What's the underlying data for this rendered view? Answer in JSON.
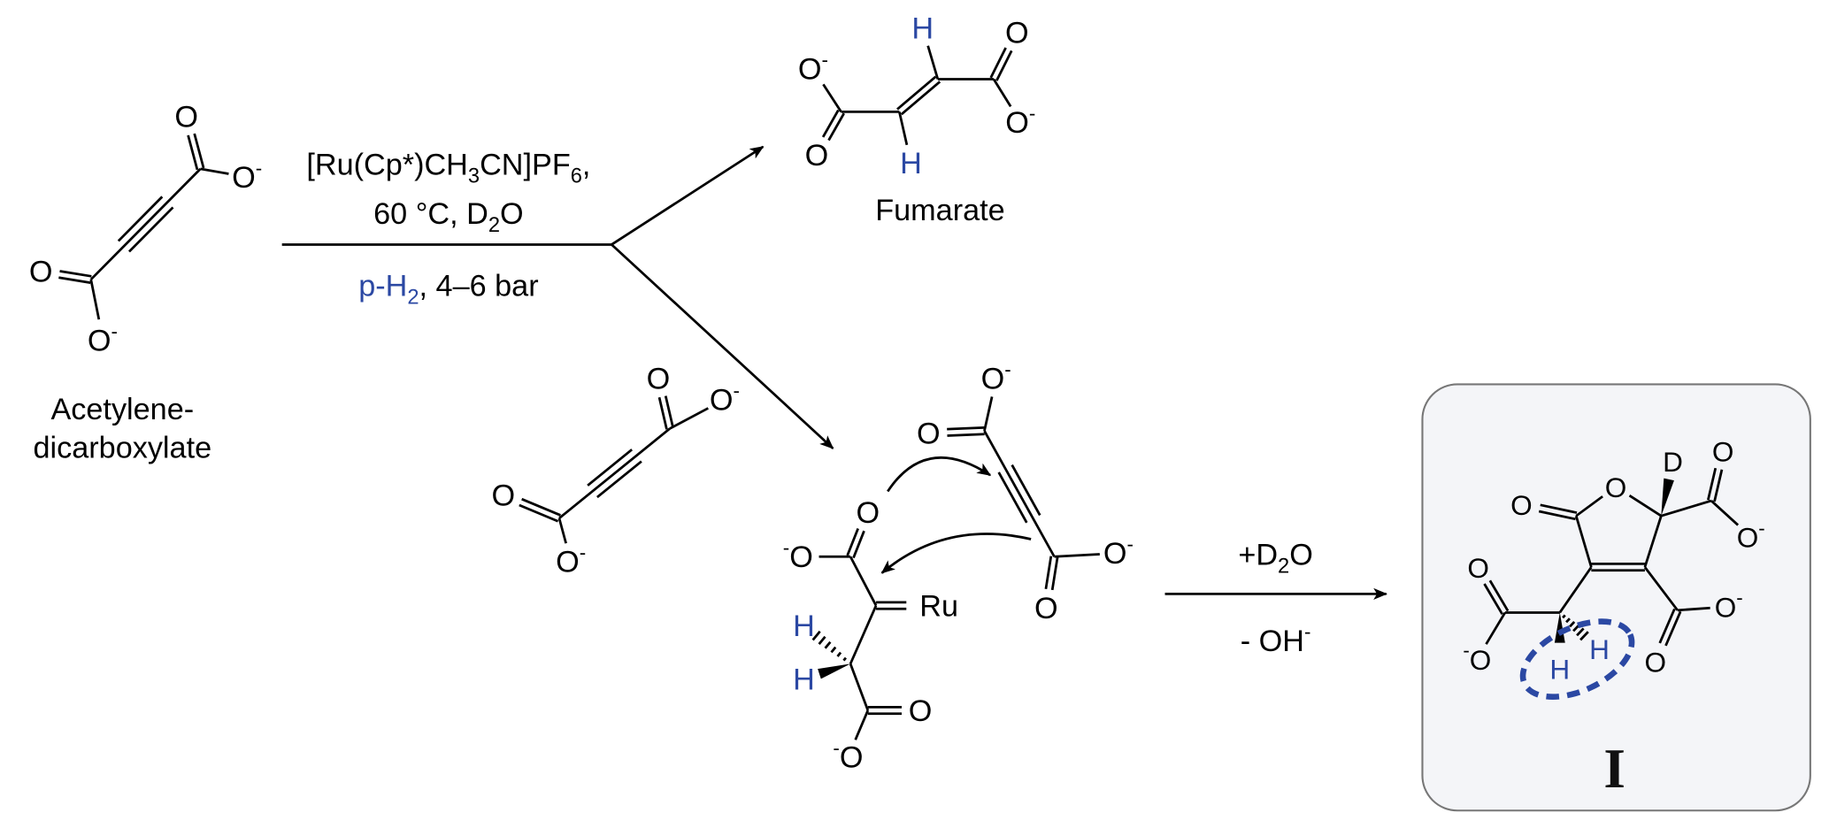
{
  "reactant": {
    "name_line1": "Acetylene-",
    "name_line2": "dicarboxylate"
  },
  "conditions": {
    "catalyst_a": "[Ru(Cp*)CH",
    "catalyst_sub1": "3",
    "catalyst_b": "CN]PF",
    "catalyst_sub2": "6",
    "catalyst_c": ",",
    "temp_a": "60 °C, D",
    "temp_sub": "2",
    "temp_b": "O",
    "pressure_blue": "p-H",
    "pressure_sub": "2",
    "pressure_rest": ", 4–6 bar"
  },
  "fumarate": {
    "label": "Fumarate"
  },
  "step2": {
    "reagent_a": "+D",
    "reagent_sub": "2",
    "reagent_b": "O",
    "byproduct": "- OH",
    "byproduct_sup": "-"
  },
  "product": {
    "label": "I"
  },
  "atoms": {
    "O": "O",
    "H": "H",
    "D": "D",
    "Ru": "Ru",
    "minus": "-"
  },
  "colors": {
    "highlight": "#2b48a3",
    "box_fill": "#f4f5f8",
    "box_stroke": "#777777"
  }
}
